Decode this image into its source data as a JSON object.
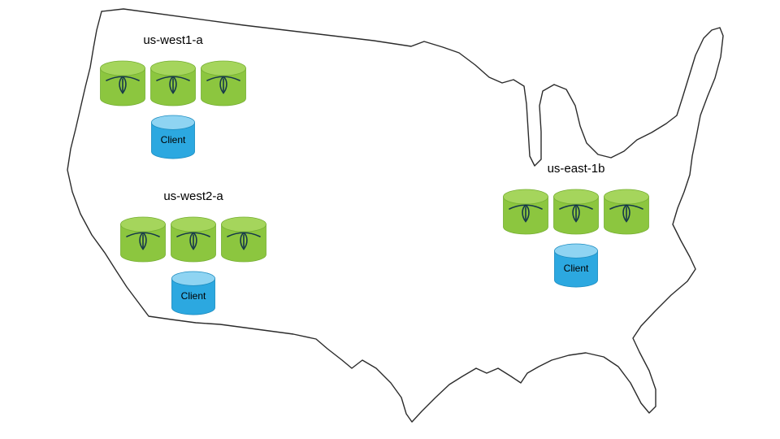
{
  "map": {
    "icon": "us-map-outline"
  },
  "regions": [
    {
      "label": "us-west1-a",
      "nodes": [
        {
          "icon": "cockroach-node-icon"
        },
        {
          "icon": "cockroach-node-icon"
        },
        {
          "icon": "cockroach-node-icon"
        }
      ],
      "client": {
        "label": "Client"
      }
    },
    {
      "label": "us-west2-a",
      "nodes": [
        {
          "icon": "cockroach-node-icon"
        },
        {
          "icon": "cockroach-node-icon"
        },
        {
          "icon": "cockroach-node-icon"
        }
      ],
      "client": {
        "label": "Client"
      }
    },
    {
      "label": "us-east-1b",
      "nodes": [
        {
          "icon": "cockroach-node-icon"
        },
        {
          "icon": "cockroach-node-icon"
        },
        {
          "icon": "cockroach-node-icon"
        }
      ],
      "client": {
        "label": "Client"
      }
    }
  ],
  "colors": {
    "node_green": "#8CC63F",
    "node_green_top": "#A5D55C",
    "client_blue": "#2CA8E0",
    "client_blue_top": "#8FD4F2",
    "map_outline": "#2B2B2B",
    "bug_dark": "#16384A",
    "background": "#FFFFFF"
  }
}
